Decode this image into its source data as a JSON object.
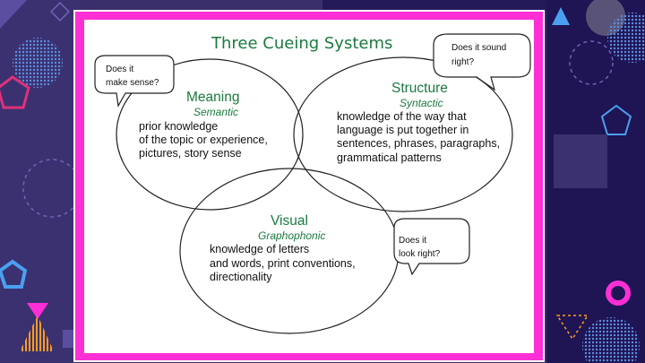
{
  "diagram": {
    "title": "Three Cueing Systems",
    "meaning": {
      "heading": "Meaning",
      "subheading": "Semantic",
      "lines": [
        "prior knowledge",
        "of the topic or experience,",
        "pictures, story sense"
      ]
    },
    "structure": {
      "heading": "Structure",
      "subheading": "Syntactic",
      "lines": [
        "knowledge of the way that",
        "language is put together in",
        "sentences, phrases, paragraphs,",
        "grammatical patterns"
      ]
    },
    "visual": {
      "heading": "Visual",
      "subheading": "Graphophonic",
      "lines": [
        "knowledge of letters",
        "and words, print conventions,",
        "directionality"
      ]
    },
    "bubbles": {
      "sense": [
        "Does it",
        "make sense?"
      ],
      "sound": [
        "Does it sound",
        "right?"
      ],
      "look": [
        "Does it",
        "look right?"
      ]
    }
  },
  "colors": {
    "frame": "#ff2fd6",
    "heading": "#1a7a3e",
    "background": "#3a2f6b"
  }
}
